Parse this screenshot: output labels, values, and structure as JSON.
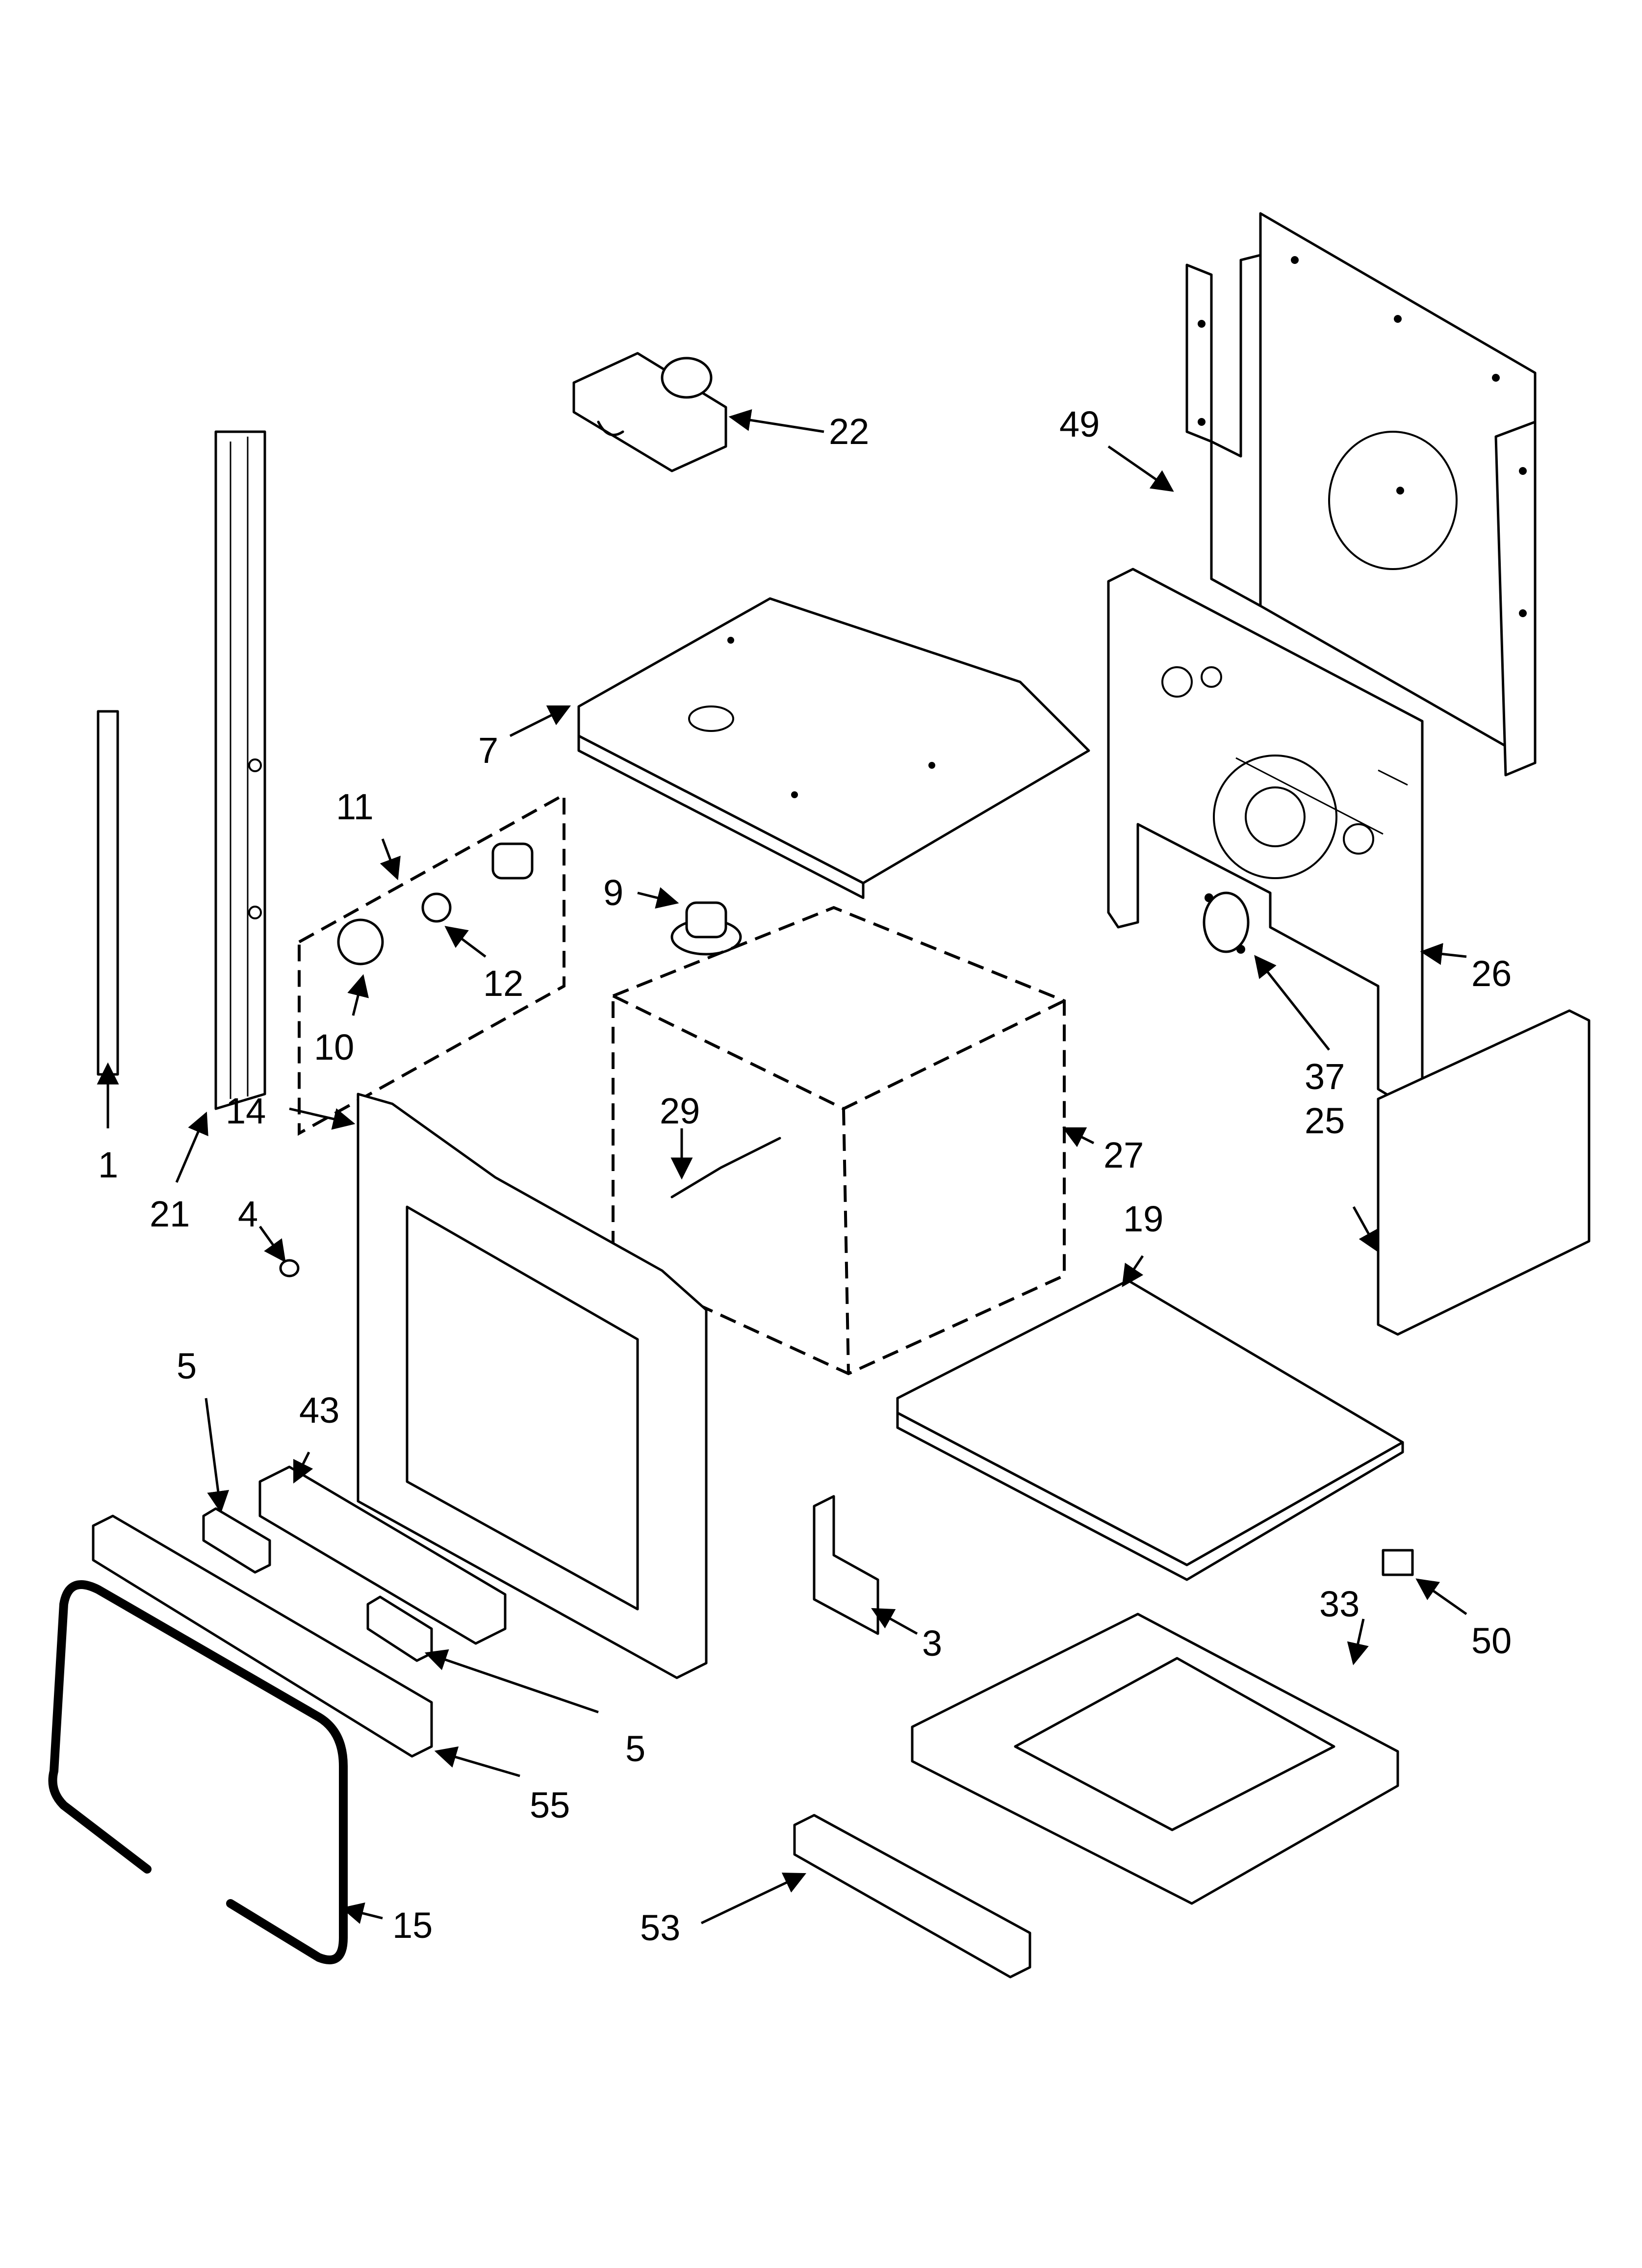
{
  "callouts": [
    {
      "key": "c1",
      "text": "1"
    },
    {
      "key": "c3",
      "text": "3"
    },
    {
      "key": "c4",
      "text": "4"
    },
    {
      "key": "c5a",
      "text": "5"
    },
    {
      "key": "c5b",
      "text": "5"
    },
    {
      "key": "c7",
      "text": "7"
    },
    {
      "key": "c9",
      "text": "9"
    },
    {
      "key": "c10",
      "text": "10"
    },
    {
      "key": "c11",
      "text": "11"
    },
    {
      "key": "c12",
      "text": "12"
    },
    {
      "key": "c14",
      "text": "14"
    },
    {
      "key": "c15",
      "text": "15"
    },
    {
      "key": "c19",
      "text": "19"
    },
    {
      "key": "c21",
      "text": "21"
    },
    {
      "key": "c22",
      "text": "22"
    },
    {
      "key": "c25",
      "text": "25"
    },
    {
      "key": "c26",
      "text": "26"
    },
    {
      "key": "c27",
      "text": "27"
    },
    {
      "key": "c29",
      "text": "29"
    },
    {
      "key": "c33",
      "text": "33"
    },
    {
      "key": "c37",
      "text": "37"
    },
    {
      "key": "c43",
      "text": "43"
    },
    {
      "key": "c49",
      "text": "49"
    },
    {
      "key": "c50",
      "text": "50"
    },
    {
      "key": "c53",
      "text": "53"
    },
    {
      "key": "c55",
      "text": "55"
    }
  ]
}
